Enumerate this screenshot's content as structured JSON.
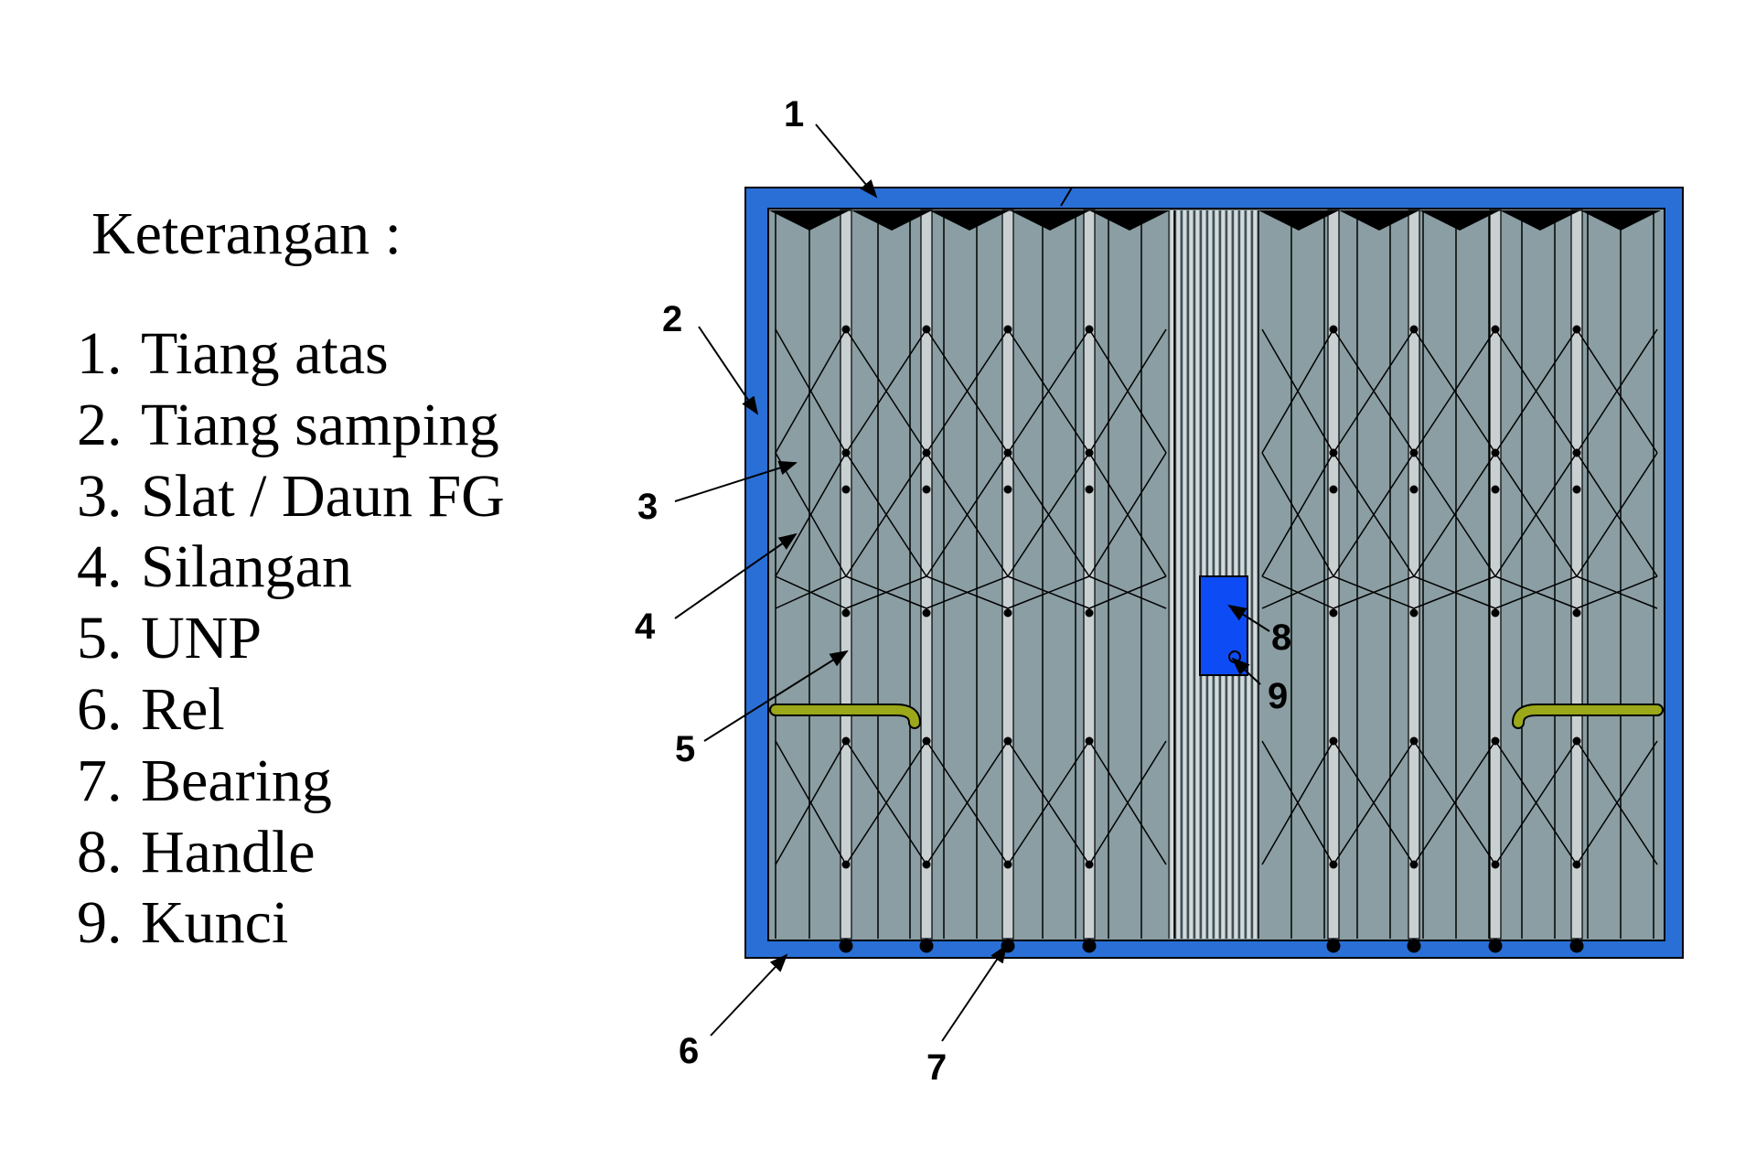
{
  "legend": {
    "title": "Keterangan :",
    "items": [
      {
        "num": "1.",
        "label": "Tiang atas"
      },
      {
        "num": "2.",
        "label": "Tiang samping"
      },
      {
        "num": "3.",
        "label": "Slat / Daun FG"
      },
      {
        "num": "4.",
        "label": "Silangan"
      },
      {
        "num": "5.",
        "label": "UNP"
      },
      {
        "num": "6.",
        "label": "Rel"
      },
      {
        "num": "7.",
        "label": "Bearing"
      },
      {
        "num": "8.",
        "label": "Handle"
      },
      {
        "num": "9.",
        "label": "Kunci"
      }
    ]
  },
  "callouts": [
    "1",
    "2",
    "3",
    "4",
    "5",
    "6",
    "7",
    "8",
    "9"
  ],
  "colors": {
    "frame": "#2a6fd6",
    "panel": "#8a9ea3",
    "handle": "#0d4cf4",
    "rail": "#9aa81a",
    "ink": "#000000",
    "slat_light": "#c9d0d2"
  }
}
